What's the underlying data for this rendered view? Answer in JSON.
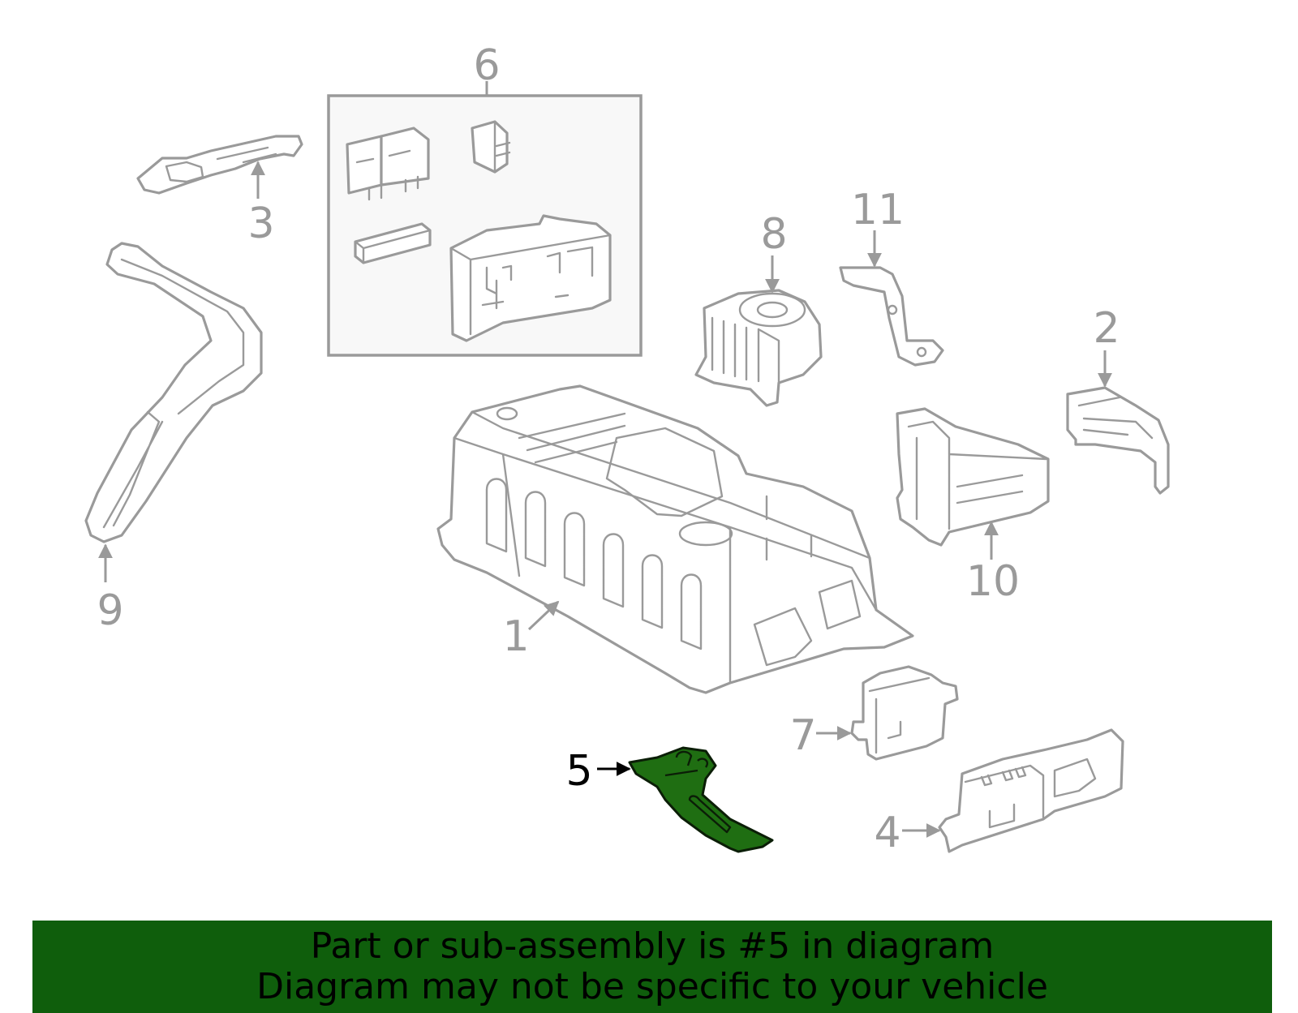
{
  "callouts": {
    "c1": "1",
    "c2": "2",
    "c3": "3",
    "c4": "4",
    "c5": "5",
    "c6": "6",
    "c7": "7",
    "c8": "8",
    "c9": "9",
    "c10": "10",
    "c11": "11"
  },
  "banner": {
    "line1": "Part or sub-assembly is #5 in diagram",
    "line2": "Diagram may not be specific to your vehicle"
  },
  "colors": {
    "banner_bg": "#0f5e0c",
    "highlight_part": "#1f6e12",
    "line_art": "#9a9a9a"
  },
  "highlighted_part": "5"
}
